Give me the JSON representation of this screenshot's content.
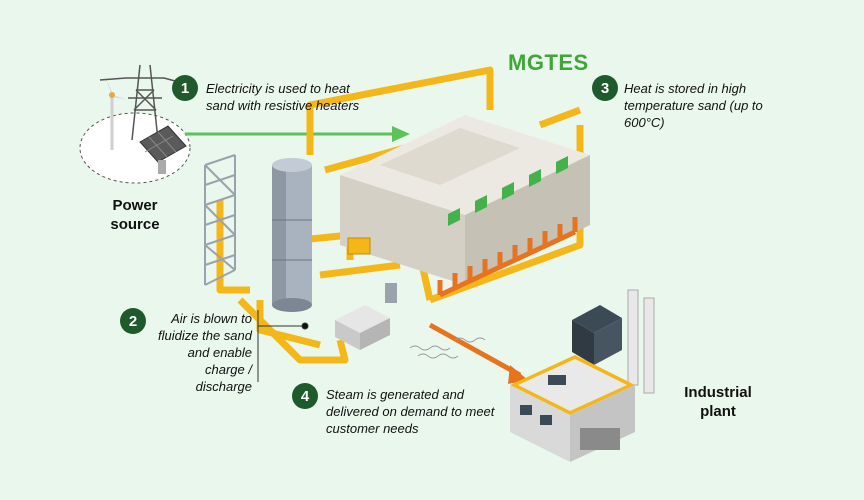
{
  "title": "MGTES",
  "colors": {
    "accent": "#3fa637",
    "badge": "#1f5a2c",
    "pipe_yellow": "#f4b71a",
    "pipe_orange": "#e8731f",
    "background": "#eaf7ec"
  },
  "steps": [
    {
      "number": "1",
      "text": "Electricity is used to heat sand with resistive heaters"
    },
    {
      "number": "2",
      "text": "Air is blown to fluidize the sand and enable charge / discharge"
    },
    {
      "number": "3",
      "text": "Heat is stored in high temperature sand (up to 600°C)"
    },
    {
      "number": "4",
      "text": "Steam is generated and delivered on demand to meet customer needs"
    }
  ],
  "power_source": {
    "line1": "Power",
    "line2": "source"
  },
  "industrial_plant": {
    "line1": "Industrial",
    "line2": "plant"
  },
  "icons": [
    "wind-turbine-icon",
    "power-pylon-icon",
    "solar-panel-icon",
    "factory-icon"
  ]
}
